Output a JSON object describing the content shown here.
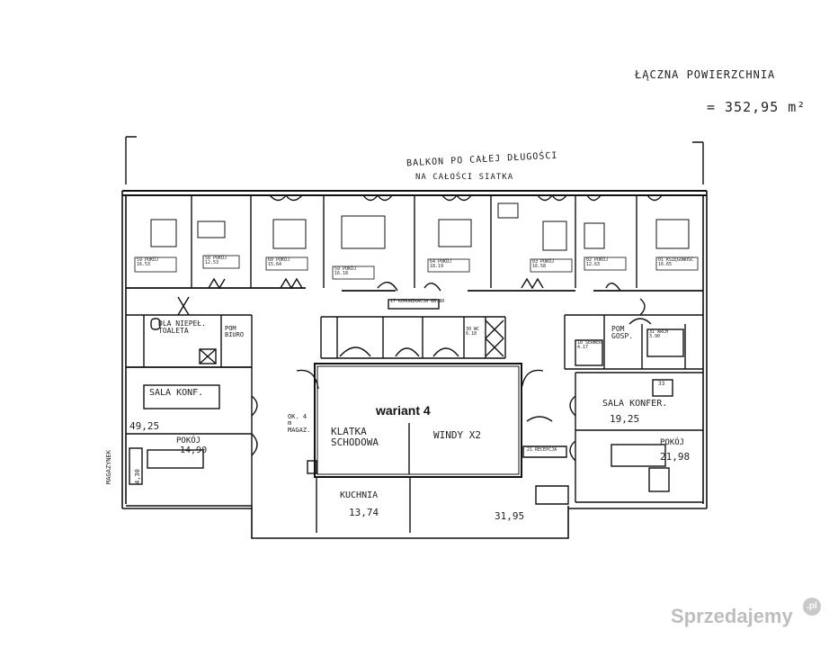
{
  "header": {
    "total_area_label": "ŁĄCZNA POWIERZCHNIA",
    "total_area_value": "= 352,95 m²"
  },
  "balcony": {
    "line1": "BALKON PO CAŁEJ DŁUGOŚCI",
    "line2": "NA CAŁOŚCI SIATKA"
  },
  "top_rooms": [
    {
      "tag": "59 POKÓJ",
      "area": "16.53"
    },
    {
      "tag": "58 POKÓJ",
      "area": "12.53"
    },
    {
      "tag": "60 POKÓJ",
      "area": "15.64"
    },
    {
      "tag": "59 POKÓJ",
      "area": "16.18"
    },
    {
      "tag": "64 POKÓJ",
      "area": "18.19"
    },
    {
      "tag": "03 POKÓJ",
      "area": "16.58"
    },
    {
      "tag": "02 POKÓJ",
      "area": "12.63"
    },
    {
      "tag": "01 KSIĘGOWOŚĆ",
      "area": "16.65"
    }
  ],
  "corridor_tag": {
    "tag": "17 KOMUNIKACJA",
    "area": "88.80"
  },
  "wc_tag": {
    "tag": "30 WC",
    "area": "6.18"
  },
  "small_tags": {
    "server": "18 SERWER",
    "server_area": "4.17",
    "archive": "31 ARCH",
    "archive_area": "3.90",
    "sala_tag": "33",
    "reception": "21 RECEPCJA"
  },
  "rooms": {
    "toilet": "DLA NIEPEŁ. TOALETA",
    "pom_biuro": "POM BIURO",
    "pom_gosp": "POM GOSP.",
    "sala_konf_left": "SALA KONF.",
    "sala_konf_left_area": "49,25",
    "sala_konf_right": "SALA KONFER.",
    "sala_konf_right_area": "19,25",
    "pokoj_left": "POKÓJ",
    "pokoj_left_area": "14,90",
    "pokoj_right": "POKÓJ",
    "pokoj_right_area": "21,98",
    "magazyn": "MAGAZYNEK",
    "magazyn_area": "4,30",
    "mag_small": "OK. 4 m MAGAZ.",
    "klatka": "KLATKA SCHODOWA",
    "windy": "WINDY X2",
    "variant": "wariant 4",
    "kuchnia": "KUCHNIA",
    "kuchnia_area": "13,74",
    "hall_area": "31,95"
  },
  "watermark": {
    "text": "Sprzedajemy",
    "badge": ".pl"
  }
}
